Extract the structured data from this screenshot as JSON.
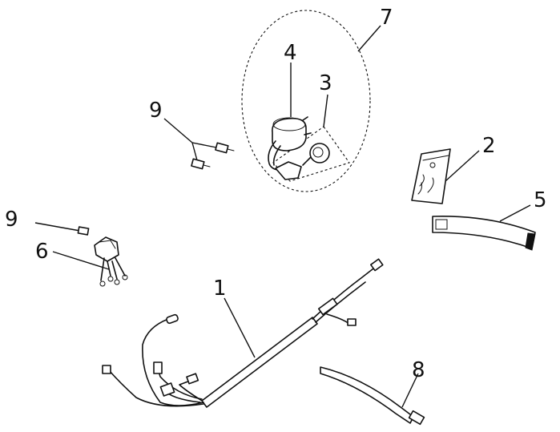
{
  "callouts": {
    "c1": "1",
    "c2": "2",
    "c3": "3",
    "c4": "4",
    "c5": "5",
    "c6": "6",
    "c7": "7",
    "c8": "8",
    "c9a": "9",
    "c9b": "9"
  },
  "colors": {
    "line": "#111111",
    "background": "#ffffff",
    "tape_end": "#111111"
  }
}
